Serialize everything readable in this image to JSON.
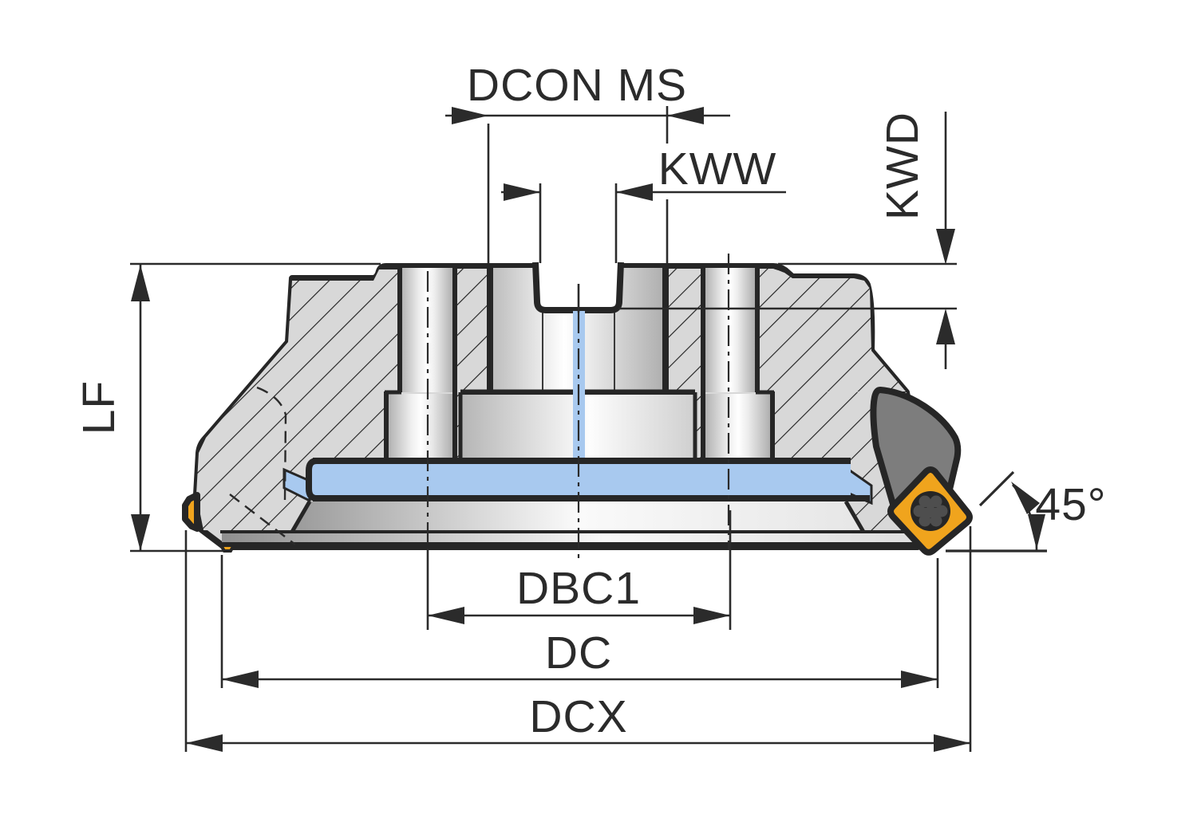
{
  "drawing": {
    "title": "45-degree face mill cross-section dimensional drawing",
    "labels": {
      "dcon_ms": "DCON MS",
      "kww": "KWW",
      "kwd": "KWD",
      "lf": "LF",
      "dbc1": "DBC1",
      "dc": "DC",
      "dcx": "DCX",
      "angle": "45°"
    },
    "colors": {
      "line": "#2b2b2b",
      "body_gray": "#d8d8d8",
      "slot_blue": "#a8c9ef",
      "insert_yellow": "#f0a41d",
      "cartridge_gray": "#7d7d7d",
      "background": "#ffffff"
    }
  }
}
